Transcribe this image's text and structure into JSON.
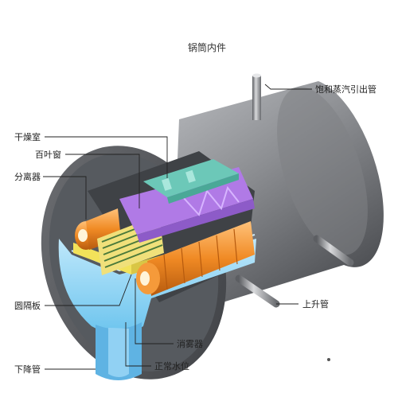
{
  "diagram": {
    "title": "锅筒内件",
    "labels": {
      "saturated_steam_outlet": "饱和蒸汽引出管",
      "drying_chamber": "干燥室",
      "louver_window": "百叶窗",
      "separator": "分离器",
      "baffle_plate": "圆隔板",
      "downcomer": "下降管",
      "riser": "上升管",
      "demister": "消雾器",
      "normal_water_level": "正常水位"
    },
    "colors": {
      "shell": "#8c8e92",
      "shell_dark": "#4a4c50",
      "water": "#8fd3f4",
      "orange": "#f08a24",
      "purple": "#b07ae6",
      "teal": "#6cc8b8",
      "yellow": "#f2e25a"
    }
  }
}
